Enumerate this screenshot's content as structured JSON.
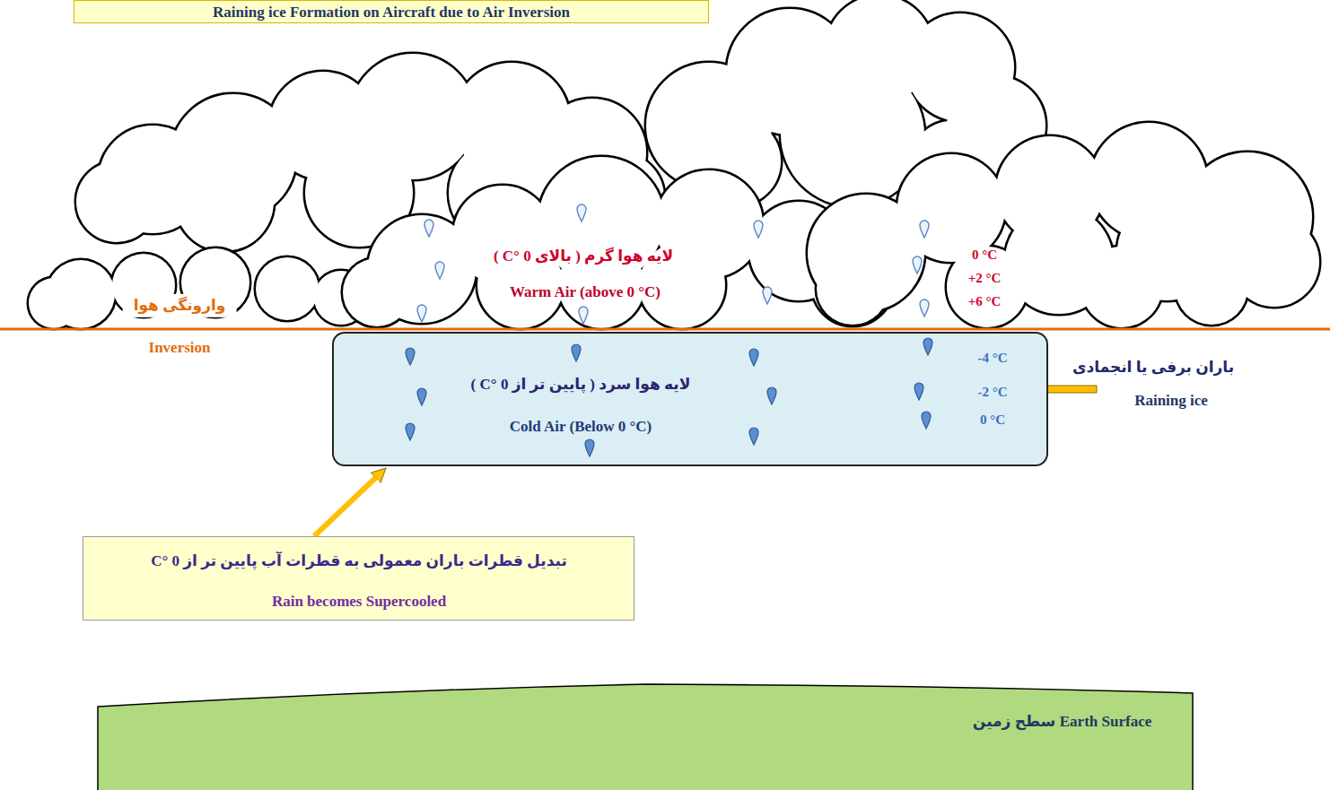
{
  "diagram": {
    "title": "Raining ice Formation on Aircraft due to Air Inversion",
    "nodes": [
      {
        "text": [
          "لایه هوا سرد ( پایین تر از 0 °C )",
          "Cold Air (Below 0 °C)",
          "-4 °C",
          "-2 °C",
          "0 °C"
        ]
      },
      {
        "text": [
          "تبدیل قطرات باران معمولی به قطرات آب پایین تر از 0 °C",
          "Rain becomes Supercooled"
        ]
      },
      {
        "text": [
          "سطح زمین",
          "Earth Surface"
        ]
      }
    ],
    "edges": [
      {
        "from": 1,
        "to": 0,
        "arrow": "to"
      }
    ],
    "labels": [
      "لایه هوا گرم ( بالای 0 °C )",
      "Warm Air (above 0 °C)",
      "0 °C",
      "+2 °C",
      "+6 °C",
      "وارونگی هوا",
      "Inversion",
      "باران برفی یا انجمادی",
      "Raining ice"
    ]
  }
}
